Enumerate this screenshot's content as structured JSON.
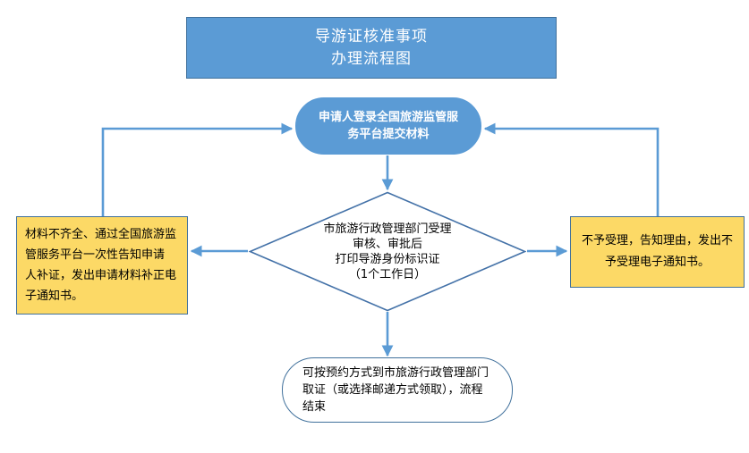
{
  "diagram": {
    "type": "flowchart",
    "title_block": {
      "lines": [
        "导游证核准事项",
        "办理流程图"
      ],
      "fill": "#5B9BD5",
      "text_color": "#FFFFFF"
    },
    "nodes": {
      "start": {
        "shape": "rounded-rectangle",
        "fill": "#5B9BD5",
        "text_color": "#FFFFFF",
        "lines": [
          "申请人登录全国旅游监管服",
          "务平台提交材料"
        ]
      },
      "decision": {
        "shape": "diamond",
        "fill": "#FFFFFF",
        "border": "#4472A8",
        "text_color": "#000000",
        "lines": [
          "市旅游行政管理部门受理",
          "审核、审批后",
          "打印导游身份标识证",
          "（1个工作日）"
        ]
      },
      "outcome_left": {
        "shape": "rectangle",
        "fill": "#FCD966",
        "border": "#41719C",
        "text_color": "#000000",
        "lines": [
          "材料不齐全、通过全国旅游监",
          "管服务平台一次性告知申请",
          "人补证，发出申请材料补正电",
          "子通知书。"
        ]
      },
      "outcome_right": {
        "shape": "rectangle",
        "fill": "#FCD966",
        "border": "#41719C",
        "text_color": "#000000",
        "lines": [
          "不予受理，告知理由，发出不",
          "予受理电子通知书。"
        ]
      },
      "end": {
        "shape": "rounded-rectangle",
        "fill": "#FFFFFF",
        "border": "#41719C",
        "text_color": "#000000",
        "lines": [
          "可按预约方式到市旅游行政管理部门",
          "取证（或选择邮递方式领取），流程",
          "结束"
        ]
      }
    },
    "connectors": {
      "color": "#5B9BD5",
      "edges": [
        {
          "from": "start",
          "to": "decision",
          "style": "straight-down-arrow"
        },
        {
          "from": "decision",
          "to": "outcome_left",
          "style": "straight-left-arrow"
        },
        {
          "from": "decision",
          "to": "outcome_right",
          "style": "straight-right-arrow"
        },
        {
          "from": "decision",
          "to": "end",
          "style": "straight-down-arrow"
        },
        {
          "from": "outcome_left",
          "to": "start",
          "style": "elbow-up-right-arrow"
        },
        {
          "from": "outcome_right",
          "to": "start",
          "style": "elbow-up-left-arrow"
        }
      ]
    }
  }
}
